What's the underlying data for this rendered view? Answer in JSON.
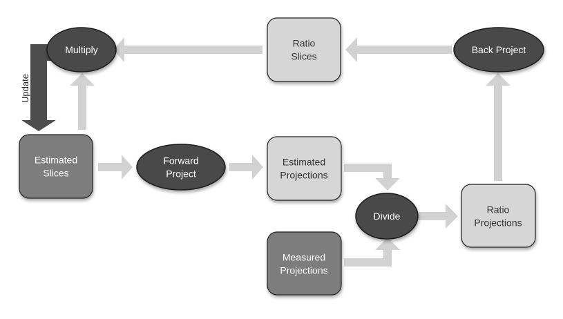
{
  "nodes": {
    "multiply": {
      "lines": [
        "Multiply"
      ]
    },
    "ratio_slices": {
      "lines": [
        "Ratio",
        "Slices"
      ]
    },
    "back_project": {
      "lines": [
        "Back Project"
      ]
    },
    "estimated_slices": {
      "lines": [
        "Estimated",
        "Slices"
      ]
    },
    "forward_project": {
      "lines": [
        "Forward",
        "Project"
      ]
    },
    "estimated_projections": {
      "lines": [
        "Estimated",
        "Projections"
      ]
    },
    "divide": {
      "lines": [
        "Divide"
      ]
    },
    "ratio_projections": {
      "lines": [
        "Ratio",
        "Projections"
      ]
    },
    "measured_projections": {
      "lines": [
        "Measured",
        "Projections"
      ]
    }
  },
  "update_label": "Update",
  "colors": {
    "dark_ellipse": "#4a4a4a",
    "dark_box": "#7d7d7d",
    "light_box": "#d6d6d6",
    "arrow_light": "#d2d2d2",
    "arrow_dark": "#4d4d4d",
    "text_light": "#ffffff",
    "text_dark": "#333333"
  }
}
